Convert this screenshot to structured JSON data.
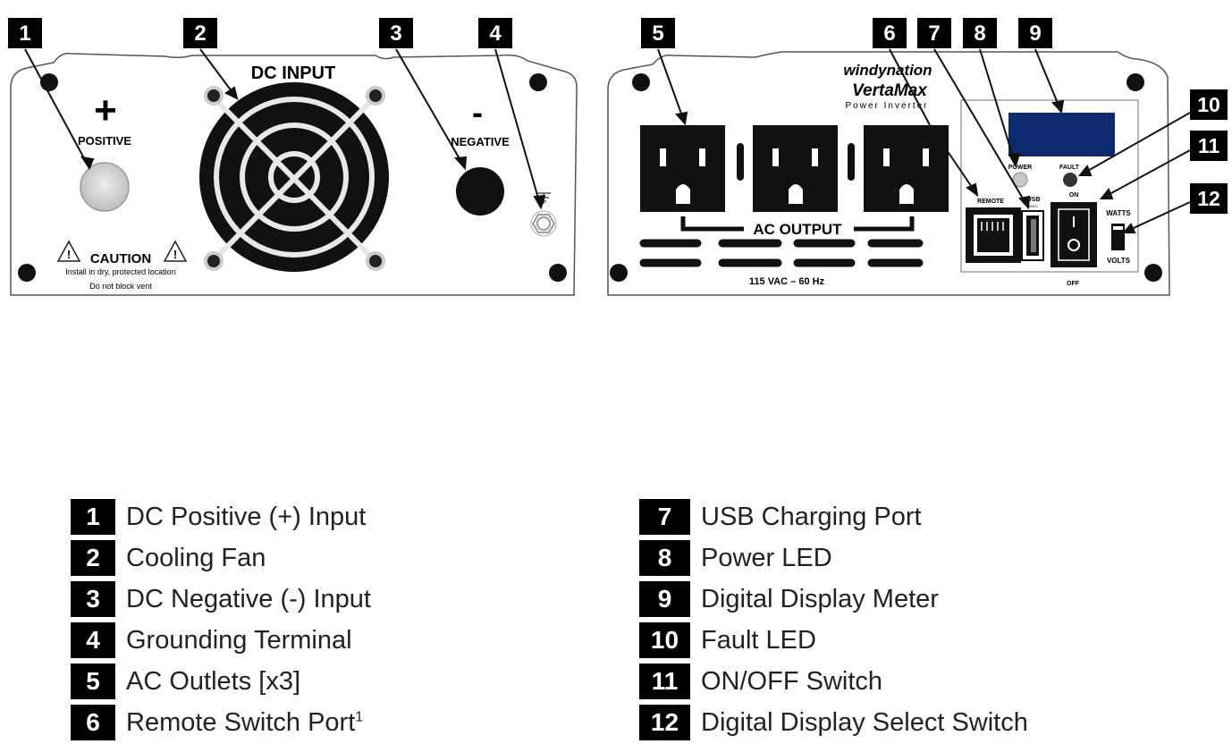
{
  "front_panel": {
    "dc_input_label": "DC INPUT",
    "positive_symbol": "+",
    "positive_label": "POSITIVE",
    "negative_symbol": "-",
    "negative_label": "NEGATIVE",
    "caution_title": "CAUTION",
    "caution_line1": "Install in dry, protected location",
    "caution_line2": "Do not block vent"
  },
  "rear_panel": {
    "brand": "windynation",
    "model": "VertaMax",
    "product": "Power Inverter",
    "ac_output_label": "AC OUTPUT",
    "rating": "115 VAC – 60 Hz",
    "remote_label": "REMOTE",
    "usb_label": "USB",
    "usb_sub": "5VDC",
    "power_led_label": "POWER",
    "fault_led_label": "FAULT",
    "on_label": "ON",
    "off_label": "OFF",
    "watts_label": "WATTS",
    "volts_label": "VOLTS"
  },
  "callouts": [
    "1",
    "2",
    "3",
    "4",
    "5",
    "6",
    "7",
    "8",
    "9",
    "10",
    "11",
    "12"
  ],
  "legend": {
    "left": [
      {
        "num": "1",
        "text": "DC Positive (+) Input",
        "sup": ""
      },
      {
        "num": "2",
        "text": "Cooling Fan",
        "sup": ""
      },
      {
        "num": "3",
        "text": "DC Negative (-) Input",
        "sup": ""
      },
      {
        "num": "4",
        "text": "Grounding Terminal",
        "sup": ""
      },
      {
        "num": "5",
        "text": "AC Outlets [x3]",
        "sup": ""
      },
      {
        "num": "6",
        "text": "Remote Switch Port",
        "sup": "1"
      }
    ],
    "right": [
      {
        "num": "7",
        "text": "USB Charging Port",
        "sup": ""
      },
      {
        "num": "8",
        "text": "Power LED",
        "sup": ""
      },
      {
        "num": "9",
        "text": "Digital Display Meter",
        "sup": ""
      },
      {
        "num": "10",
        "text": "Fault LED",
        "sup": ""
      },
      {
        "num": "11",
        "text": "ON/OFF Switch",
        "sup": ""
      },
      {
        "num": "12",
        "text": "Digital Display Select Switch",
        "sup": ""
      }
    ]
  },
  "colors": {
    "display": "#0d2a6e",
    "panel_stroke": "#555555",
    "badge": "#000000"
  }
}
